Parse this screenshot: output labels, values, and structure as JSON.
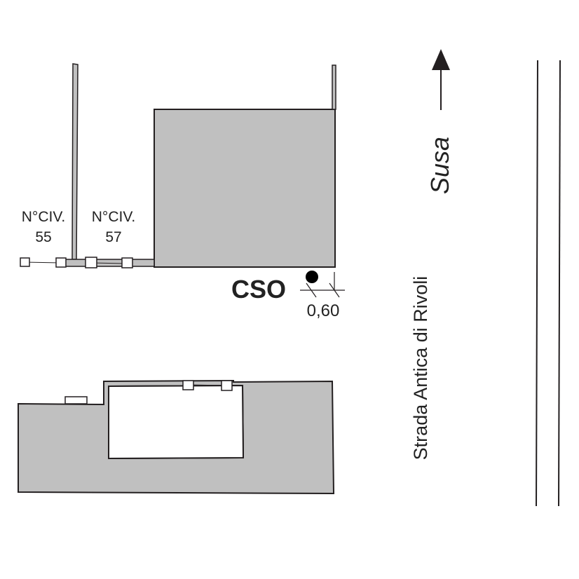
{
  "colors": {
    "building_fill": "#c0c0c0",
    "stroke": "#231f20",
    "marker": "#000000",
    "background": "#ffffff"
  },
  "labels": {
    "civic_55_prefix": "N°CIV.",
    "civic_55_number": "55",
    "civic_57_prefix": "N°CIV.",
    "civic_57_number": "57",
    "point_code": "CSO",
    "offset_distance": "0,60",
    "street_name": "Strada Antica di Rivoli",
    "direction": "Susa"
  },
  "icons": {
    "point_marker": "filled-circle-icon",
    "direction_arrow": "arrow-up-icon"
  }
}
